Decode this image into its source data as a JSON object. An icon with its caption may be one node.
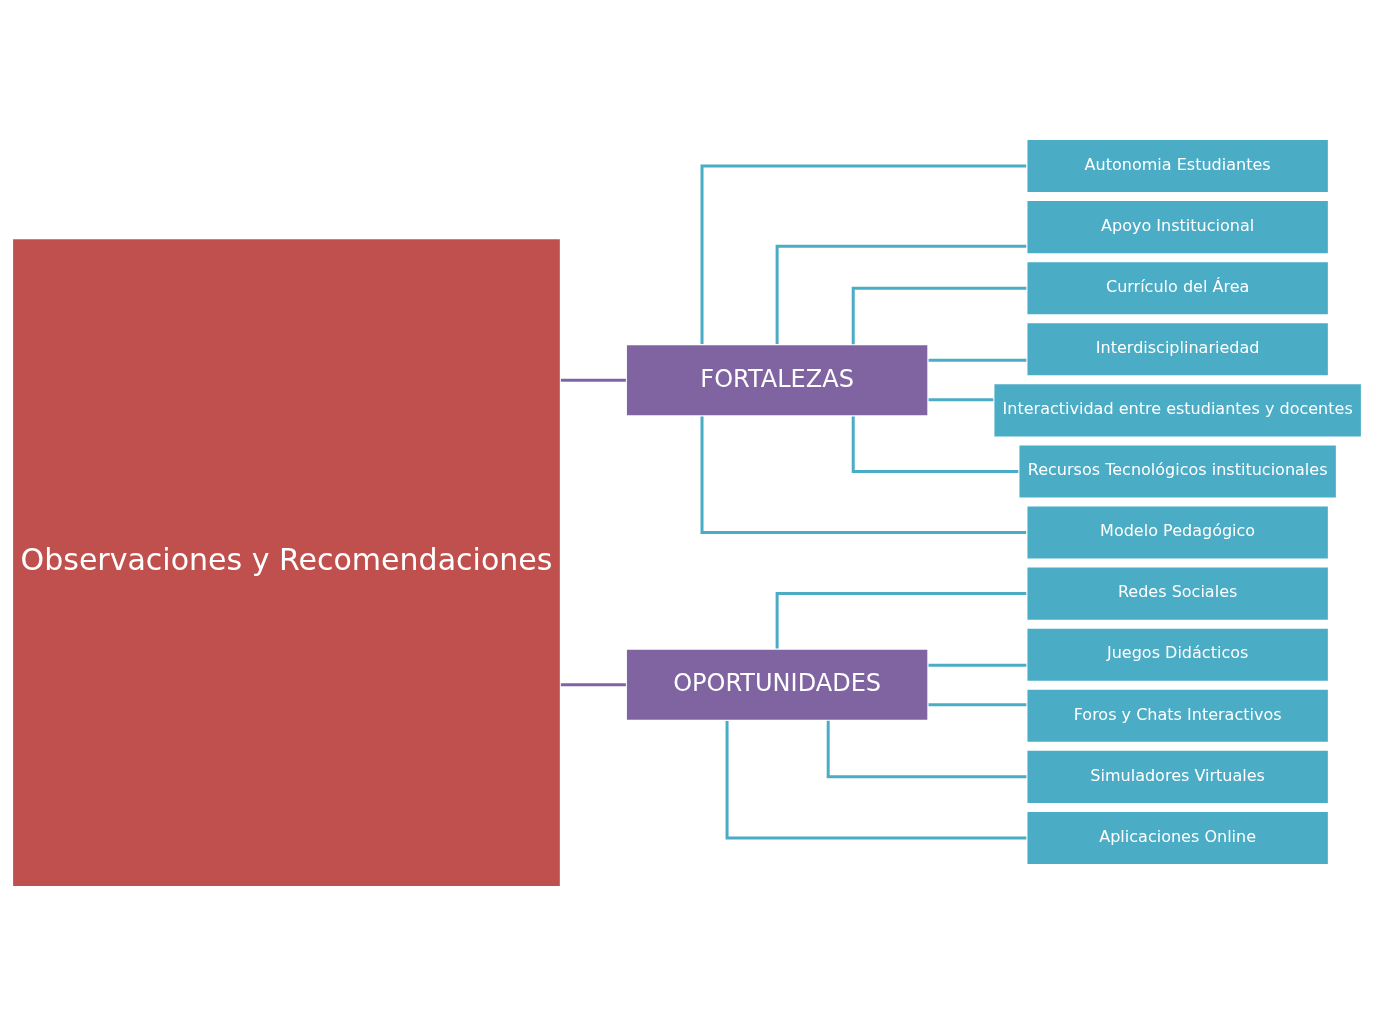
{
  "diagram": {
    "nodes": [
      {
        "text": [
          "Observaciones y Recomendaciones"
        ]
      },
      {
        "text": [
          "FORTALEZAS"
        ]
      },
      {
        "text": [
          "OPORTUNIDADES"
        ]
      },
      {
        "text": [
          "Autonomia Estudiantes"
        ]
      },
      {
        "text": [
          "Apoyo Institucional"
        ]
      },
      {
        "text": [
          "Currículo del Área"
        ]
      },
      {
        "text": [
          "Interdisciplinariedad"
        ]
      },
      {
        "text": [
          "Interactividad entre estudiantes y docentes"
        ]
      },
      {
        "text": [
          "Recursos Tecnológicos institucionales"
        ]
      },
      {
        "text": [
          "Modelo Pedagógico"
        ]
      },
      {
        "text": [
          "Redes Sociales"
        ]
      },
      {
        "text": [
          "Juegos Didácticos"
        ]
      },
      {
        "text": [
          "Foros y Chats Interactivos"
        ]
      },
      {
        "text": [
          "Simuladores Virtuales"
        ]
      },
      {
        "text": [
          "Aplicaciones Online"
        ]
      }
    ],
    "edges": [
      {
        "from": 0,
        "to": 1,
        "arrow": "none",
        "color": "#8064a2"
      },
      {
        "from": 0,
        "to": 2,
        "arrow": "none",
        "color": "#8064a2"
      },
      {
        "from": 1,
        "to": 3,
        "arrow": "none"
      },
      {
        "from": 1,
        "to": 4,
        "arrow": "none"
      },
      {
        "from": 1,
        "to": 5,
        "arrow": "none"
      },
      {
        "from": 1,
        "to": 6,
        "arrow": "none"
      },
      {
        "from": 1,
        "to": 7,
        "arrow": "none"
      },
      {
        "from": 1,
        "to": 8,
        "arrow": "none"
      },
      {
        "from": 1,
        "to": 9,
        "arrow": "none"
      },
      {
        "from": 2,
        "to": 10,
        "arrow": "none"
      },
      {
        "from": 2,
        "to": 11,
        "arrow": "none"
      },
      {
        "from": 2,
        "to": 12,
        "arrow": "none"
      },
      {
        "from": 2,
        "to": 13,
        "arrow": "none"
      },
      {
        "from": 2,
        "to": 14,
        "arrow": "none"
      }
    ]
  }
}
